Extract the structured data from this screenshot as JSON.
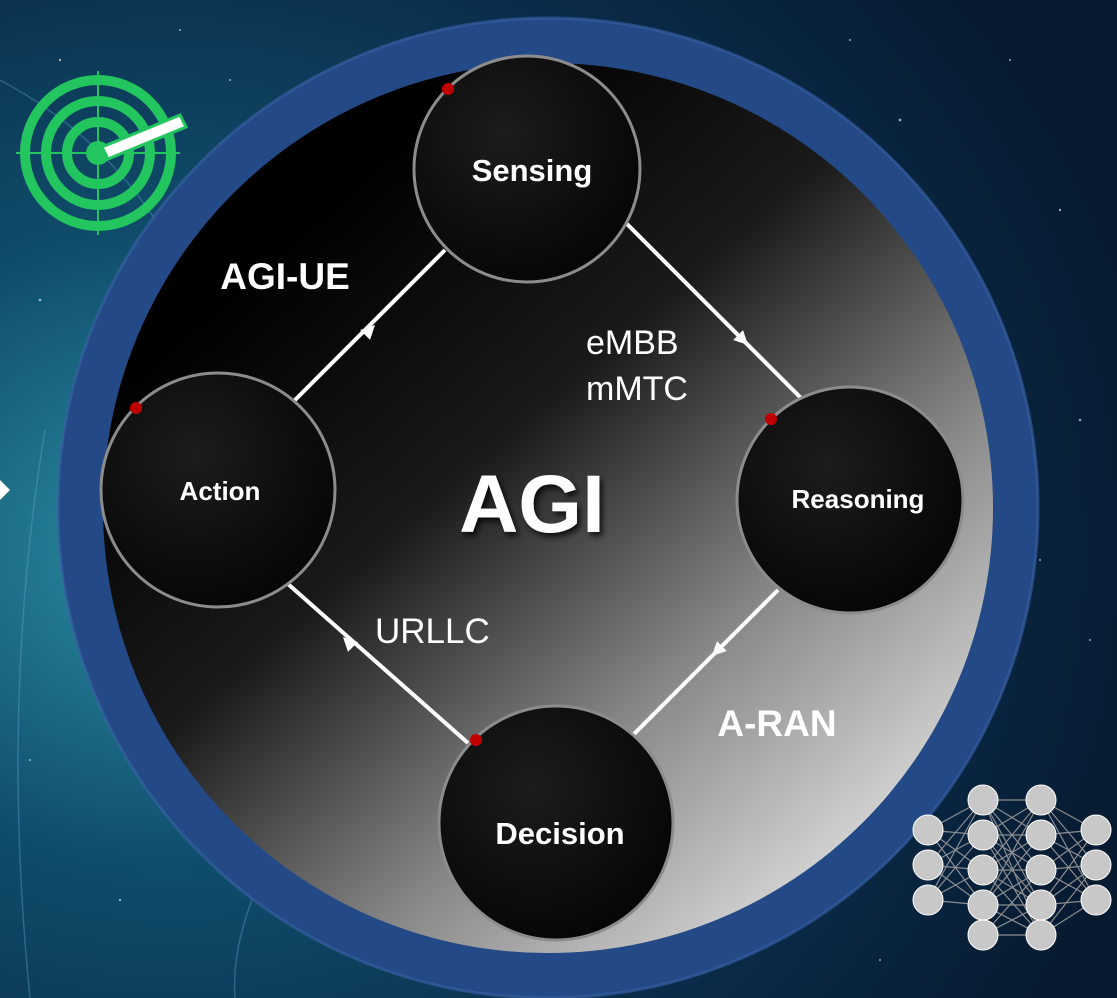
{
  "center": {
    "title": "AGI"
  },
  "nodes": {
    "sensing": "Sensing",
    "reasoning": "Reasoning",
    "decision": "Decision",
    "action": "Action"
  },
  "regions": {
    "ue": "AGI-UE",
    "ran": "A-RAN"
  },
  "edges": {
    "sensing_reasoning_line1": "eMBB",
    "sensing_reasoning_line2": "mMTC",
    "decision_action": "URLLC"
  },
  "icons": {
    "radar": "radar-icon",
    "network": "neural-network-icon"
  },
  "colors": {
    "ring": "#234a86",
    "marker": "#c00000",
    "radar": "#22c55e",
    "node_fill": "#0b0b0b"
  }
}
